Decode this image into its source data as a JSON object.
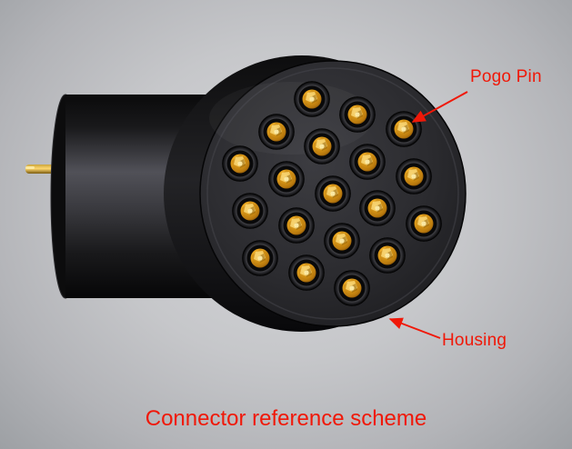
{
  "figure": {
    "caption": "Connector reference scheme",
    "labels": {
      "pogo_pin": "Pogo Pin",
      "housing": "Housing"
    },
    "colors": {
      "annotation_red": "#f01808",
      "pin_gold": "#e8a51e",
      "housing_black": "#1a1a1c",
      "background_gray": "#c3c4c7"
    }
  }
}
